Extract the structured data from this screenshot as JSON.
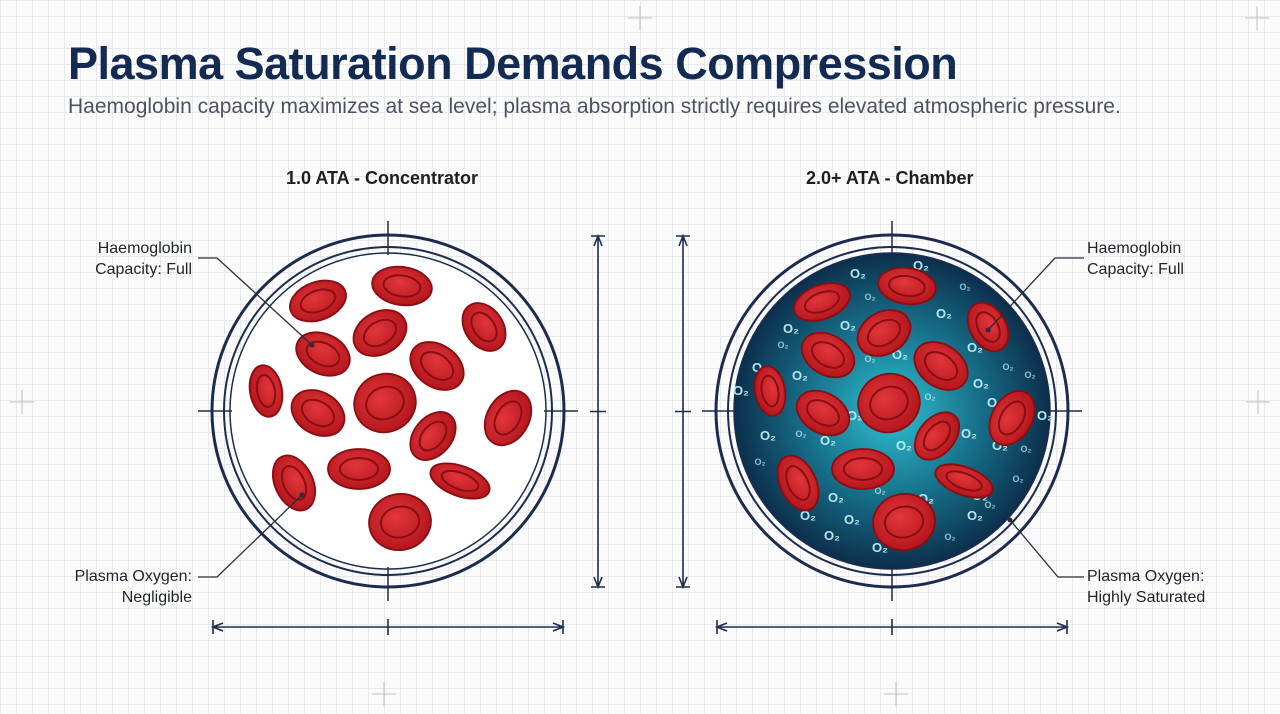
{
  "header": {
    "title": "Plasma Saturation Demands Compression",
    "subtitle": "Haemoglobin capacity maximizes at sea level; plasma absorption strictly requires elevated atmospheric pressure."
  },
  "panels": [
    {
      "heading": "1.0 ATA - Concentrator",
      "label_top": [
        "Haemoglobin",
        "Capacity: Full"
      ],
      "label_bottom": [
        "Plasma Oxygen:",
        "Negligible"
      ]
    },
    {
      "heading": "2.0+ ATA - Chamber",
      "label_top": [
        "Haemoglobin",
        "Capacity: Full"
      ],
      "label_bottom": [
        "Plasma Oxygen:",
        "Highly Saturated"
      ],
      "molecule_symbol": "O₂"
    }
  ],
  "colors": {
    "outline": "#1c2c4e",
    "cell": "#c81c22",
    "cell_dark": "#8a0d12",
    "plasma_glow": "#2bb4c8",
    "plasma_dark": "#0f3a55",
    "molecule": "#bfeef6"
  }
}
